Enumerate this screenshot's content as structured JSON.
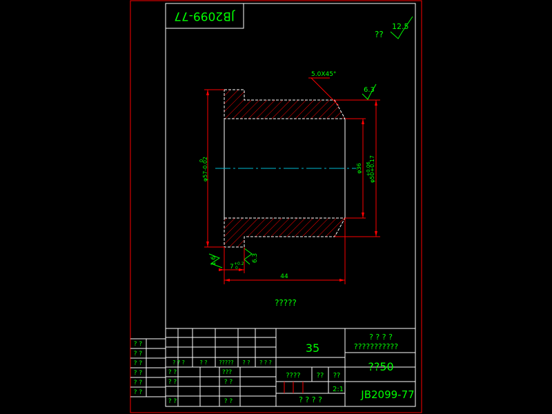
{
  "drawing": {
    "code_box_flipped": "JB2099-77",
    "top_note": "??",
    "roughness_general": "12.5",
    "chamfer": "5.0X45°",
    "roughness_outer": "6.3",
    "roughness_face_left": "1.6",
    "roughness_face_right": "6.3",
    "dim_left_diameter": "φ57-0.02",
    "dim_left_diameter_tol": "0",
    "dim_inner_bore": "φ36",
    "dim_right_diameter": "φ50+0.17",
    "dim_right_diameter_tol": "+0.06",
    "dim_flange_width": "7",
    "dim_flange_width_tol": "+0.2",
    "dim_flange_width_tol2": "0",
    "dim_length": "44",
    "tech_note": "?????"
  },
  "title_block": {
    "left_rows": [
      "? ?",
      "? ?",
      "? ?",
      "? ?",
      "? ?",
      "? ?"
    ],
    "row2": [
      "? ? ?",
      "? ?",
      "?????",
      "? ?",
      "? ? ?"
    ],
    "row3": [
      "? ?",
      "???"
    ],
    "row4": [
      "? ?",
      "? ?"
    ],
    "row5": [
      "? ?",
      "? ?"
    ],
    "material": "35",
    "header_marks": "? ? ? ?",
    "header_text": "???????????",
    "part_name": "??50",
    "scale_labels": [
      "????",
      "??",
      "??"
    ],
    "scale_value": "2:1",
    "sheet_marks": "? ? ? ?",
    "drawing_number": "JB2099-77"
  }
}
